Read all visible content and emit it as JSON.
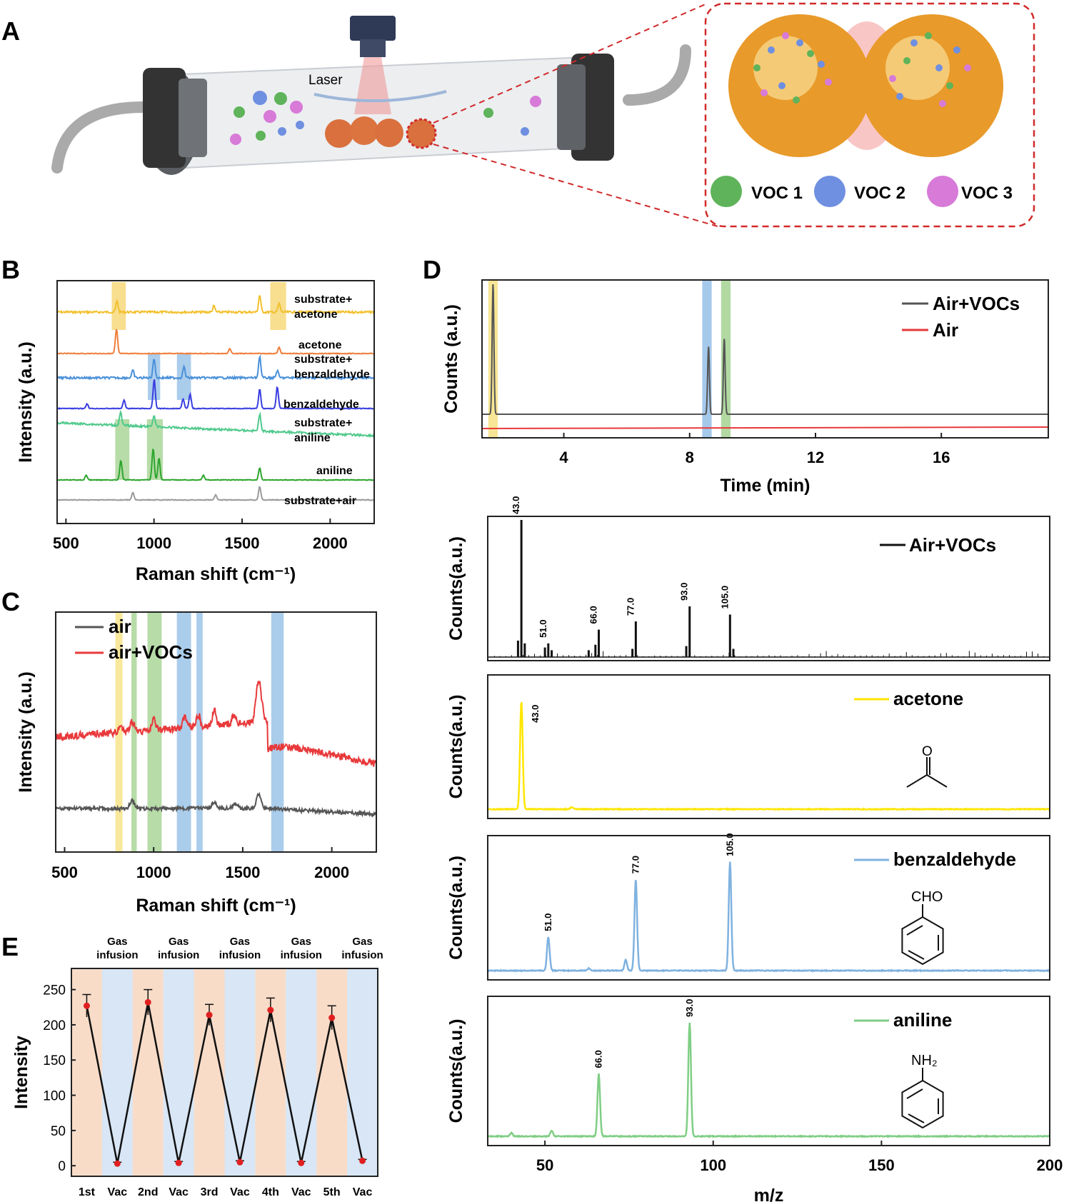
{
  "panels": {
    "A": "A",
    "B": "B",
    "C": "C",
    "D": "D",
    "E": "E"
  },
  "schematic": {
    "laser_label": "Laser",
    "legend": [
      {
        "label": "VOC 1",
        "color": "#5fb35a"
      },
      {
        "label": "VOC 2",
        "color": "#6f8fe0"
      },
      {
        "label": "VOC 3",
        "color": "#d77ad8"
      }
    ]
  },
  "chart_data": [
    {
      "id": "B",
      "type": "line",
      "xlabel": "Raman shift (cm⁻¹)",
      "ylabel": "Intensity (a.u.)",
      "xlim": [
        450,
        2250
      ],
      "xticks": [
        500,
        1000,
        1500,
        2000
      ],
      "highlight_bands": [
        {
          "x": [
            760,
            840
          ],
          "color": "#f5d36a"
        },
        {
          "x": [
            1660,
            1750
          ],
          "color": "#f5d36a"
        },
        {
          "x": [
            965,
            1035
          ],
          "color": "#8fbce6"
        },
        {
          "x": [
            1130,
            1210
          ],
          "color": "#8fbce6"
        },
        {
          "x": [
            780,
            860
          ],
          "color": "#9fd08b"
        },
        {
          "x": [
            960,
            1050
          ],
          "color": "#9fd08b"
        }
      ],
      "series": [
        {
          "name": "substrate+\nacetone",
          "color": "#f2c12e",
          "peaks": [
            [
              790,
              0.45
            ],
            [
              1600,
              0.7
            ],
            [
              1710,
              0.35
            ],
            [
              1340,
              0.25
            ]
          ]
        },
        {
          "name": "acetone",
          "color": "#ef7e3b",
          "peaks": [
            [
              787,
              1.0
            ],
            [
              1430,
              0.2
            ],
            [
              1710,
              0.25
            ]
          ]
        },
        {
          "name": "substrate+\nbenzaldehyde",
          "color": "#4a90d9",
          "peaks": [
            [
              1000,
              0.8
            ],
            [
              1170,
              0.45
            ],
            [
              1600,
              0.9
            ],
            [
              1700,
              0.3
            ],
            [
              880,
              0.3
            ]
          ]
        },
        {
          "name": "benzaldehyde",
          "color": "#3a3ee0",
          "peaks": [
            [
              1001,
              1.2
            ],
            [
              1165,
              0.4
            ],
            [
              1205,
              0.6
            ],
            [
              1600,
              0.8
            ],
            [
              1700,
              0.9
            ],
            [
              830,
              0.35
            ],
            [
              620,
              0.2
            ]
          ]
        },
        {
          "name": "substrate+\naniline",
          "color": "#4fc98b",
          "peaks": [
            [
              810,
              0.55
            ],
            [
              1000,
              0.5
            ],
            [
              1600,
              0.7
            ]
          ]
        },
        {
          "name": "aniline",
          "color": "#2ea52e",
          "peaks": [
            [
              812,
              0.8
            ],
            [
              995,
              1.3
            ],
            [
              1028,
              0.9
            ],
            [
              1600,
              0.5
            ],
            [
              1280,
              0.2
            ],
            [
              615,
              0.2
            ]
          ]
        },
        {
          "name": "substrate+air",
          "color": "#9a9a9a",
          "peaks": [
            [
              880,
              0.3
            ],
            [
              1600,
              0.55
            ],
            [
              1350,
              0.2
            ]
          ]
        }
      ]
    },
    {
      "id": "C",
      "type": "line",
      "xlabel": "Raman shift (cm⁻¹)",
      "ylabel": "Intensity (a.u.)",
      "xlim": [
        450,
        2250
      ],
      "xticks": [
        500,
        1000,
        1500,
        2000
      ],
      "highlight_bands": [
        {
          "x": [
            785,
            825
          ],
          "color": "#f5e07a"
        },
        {
          "x": [
            875,
            905
          ],
          "color": "#9fd08b"
        },
        {
          "x": [
            965,
            1045
          ],
          "color": "#9fd08b"
        },
        {
          "x": [
            1130,
            1210
          ],
          "color": "#8fbce6"
        },
        {
          "x": [
            1240,
            1275
          ],
          "color": "#8fbce6"
        },
        {
          "x": [
            1660,
            1730
          ],
          "color": "#8fbce6"
        }
      ],
      "series": [
        {
          "name": "air",
          "color": "#555555"
        },
        {
          "name": "air+VOCs",
          "color": "#e8393b"
        }
      ]
    },
    {
      "id": "D-top",
      "type": "line",
      "xlabel": "Time (min)",
      "ylabel": "Counts (a.u.)",
      "xlim": [
        1.4,
        19.4
      ],
      "xticks": [
        4,
        8,
        12,
        16
      ],
      "highlight_bands": [
        {
          "x": [
            1.6,
            1.9
          ],
          "color": "#f5e07a"
        },
        {
          "x": [
            8.4,
            8.7
          ],
          "color": "#8fbce6"
        },
        {
          "x": [
            9.0,
            9.3
          ],
          "color": "#9fd08b"
        }
      ],
      "series": [
        {
          "name": "Air+VOCs",
          "color": "#555555",
          "peaks": [
            [
              1.75,
              1.0
            ],
            [
              8.6,
              0.52
            ],
            [
              9.1,
              0.58
            ]
          ]
        },
        {
          "name": "Air",
          "color": "#e8393b"
        }
      ]
    },
    {
      "id": "D-ms-mix",
      "type": "bar",
      "ylabel": "Counts(a.u.)",
      "legend": "Air+VOCs",
      "color": "#111111",
      "x": [
        42.0,
        43.0,
        44.0,
        50.0,
        51.0,
        52.0,
        63.0,
        65.0,
        66.0,
        76.0,
        77.0,
        92.0,
        93.0,
        105.0,
        106.0
      ],
      "values": [
        0.12,
        1.0,
        0.1,
        0.07,
        0.1,
        0.05,
        0.05,
        0.09,
        0.2,
        0.06,
        0.26,
        0.08,
        0.37,
        0.31,
        0.06
      ],
      "peak_labels": [
        "43.0",
        "51.0",
        "66.0",
        "77.0",
        "93.0",
        "105.0"
      ]
    },
    {
      "id": "D-ms-acetone",
      "type": "line",
      "ylabel": "Counts(a.u.)",
      "legend": "acetone",
      "color": "#ffe600",
      "peaks": [
        [
          43.0,
          1.0
        ],
        [
          58.0,
          0.02
        ]
      ],
      "peak_labels": [
        "43.0"
      ]
    },
    {
      "id": "D-ms-benzaldehyde",
      "type": "line",
      "ylabel": "Counts(a.u.)",
      "legend": "benzaldehyde",
      "formula": "CHO",
      "color": "#7fb2e0",
      "peaks": [
        [
          51.0,
          0.31
        ],
        [
          77.0,
          0.84
        ],
        [
          105.0,
          1.0
        ],
        [
          74.0,
          0.1
        ],
        [
          63.0,
          0.02
        ]
      ],
      "peak_labels": [
        "51.0",
        "77.0",
        "105.0"
      ]
    },
    {
      "id": "D-ms-aniline",
      "type": "line",
      "xlabel": "m/z",
      "ylabel": "Counts(a.u.)",
      "legend": "aniline",
      "formula": "NH₂",
      "color": "#7fce84",
      "xlim": [
        33,
        200
      ],
      "xticks": [
        50,
        100,
        150,
        200
      ],
      "peaks": [
        [
          66.0,
          0.55
        ],
        [
          93.0,
          1.0
        ],
        [
          40.0,
          0.03
        ],
        [
          52.0,
          0.05
        ]
      ],
      "peak_labels": [
        "66.0",
        "93.0"
      ]
    },
    {
      "id": "E",
      "type": "line",
      "ylabel": "Intensity",
      "ylim": [
        -15,
        280
      ],
      "yticks": [
        0,
        50,
        100,
        150,
        200,
        250
      ],
      "categories": [
        "1st",
        "Vac",
        "2nd",
        "Vac",
        "3rd",
        "Vac",
        "4th",
        "Vac",
        "5th",
        "Vac"
      ],
      "values": [
        227,
        3,
        232,
        4,
        214,
        5,
        221,
        4,
        210,
        7
      ],
      "errors": [
        16,
        2,
        18,
        2,
        15,
        2,
        17,
        2,
        17,
        2
      ],
      "stage_label": "Gas\ninfusion",
      "band_colors": [
        "#f8dcc8",
        "#d8e6f5"
      ]
    }
  ]
}
